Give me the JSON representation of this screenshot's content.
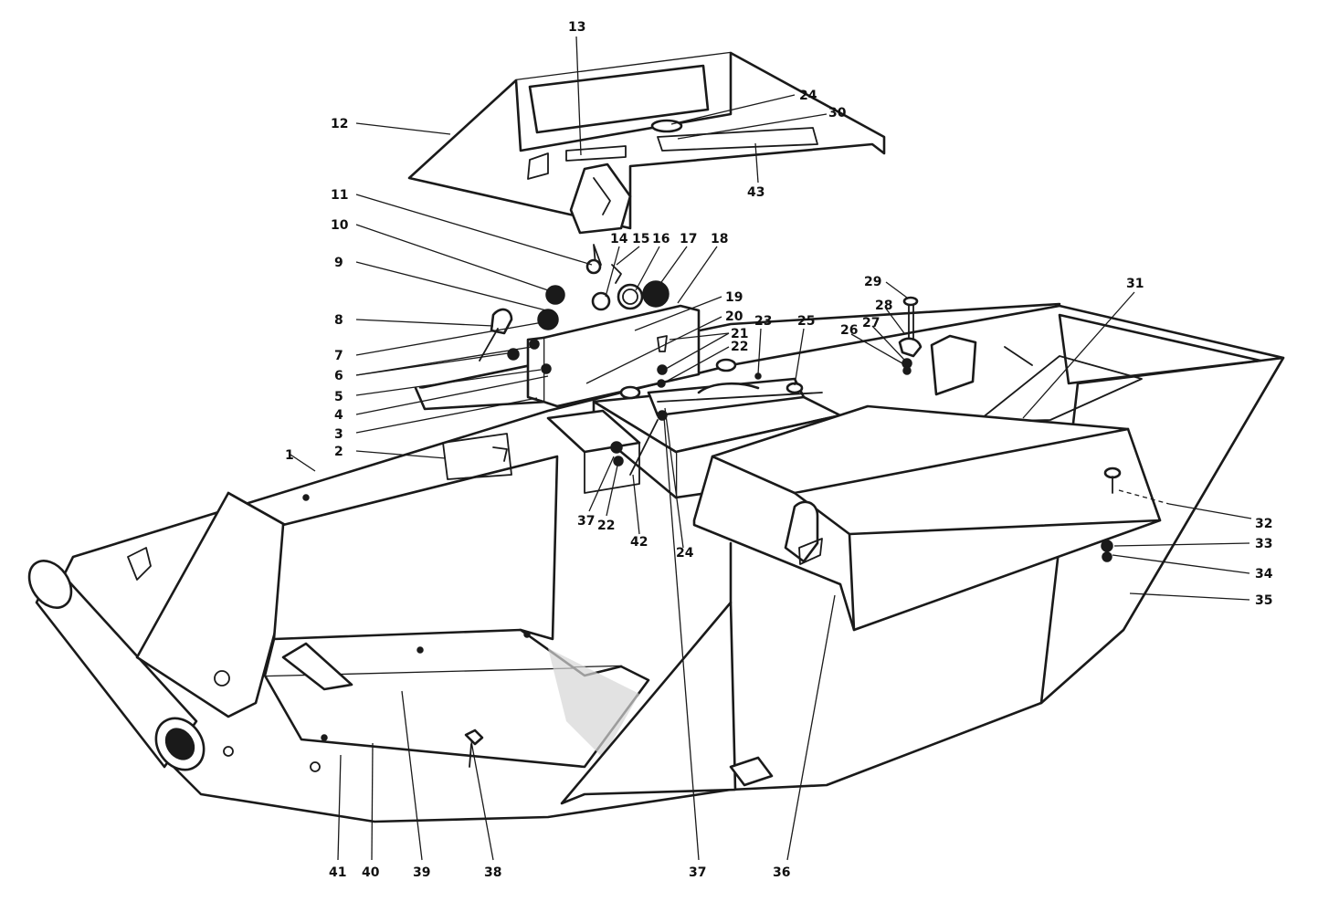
{
  "callouts": [
    "1",
    "2",
    "3",
    "4",
    "5",
    "6",
    "7",
    "8",
    "9",
    "10",
    "11",
    "12",
    "13",
    "14",
    "15",
    "16",
    "17",
    "18",
    "19",
    "20",
    "21",
    "22",
    "23",
    "24",
    "25",
    "26",
    "27",
    "28",
    "29",
    "30",
    "31",
    "32",
    "33",
    "34",
    "35",
    "36",
    "37",
    "38",
    "39",
    "40",
    "41",
    "42",
    "43",
    "22",
    "24",
    "37"
  ],
  "colors": {
    "ink": "#1a1a1a",
    "background": "#ffffff",
    "shading": "#d6d6d6"
  }
}
